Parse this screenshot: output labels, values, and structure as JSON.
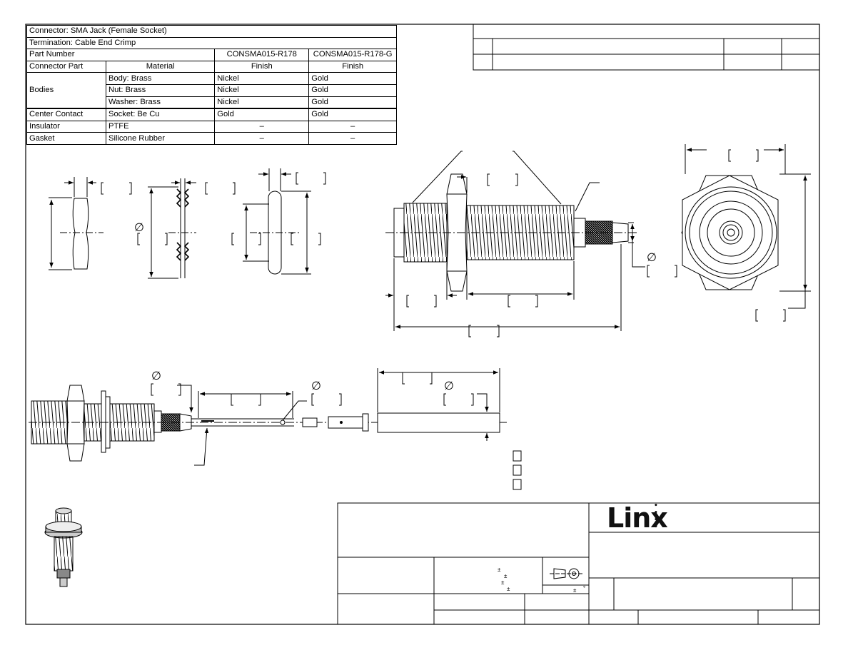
{
  "spec_table": {
    "connector": "Connector: SMA Jack (Female Socket)",
    "termination": "Termination: Cable End Crimp",
    "part_number_label": "Part Number",
    "part_a": "CONSMA015-R178",
    "part_b": "CONSMA015-R178-G",
    "connector_part_label": "Connector Part",
    "material_label": "Material",
    "finish_a": "Finish",
    "finish_b": "Finish",
    "rows": [
      {
        "part": "Bodies",
        "material": "Body: Brass",
        "a": "Nickel",
        "b": "Gold"
      },
      {
        "part": "",
        "material": "Nut: Brass",
        "a": "Nickel",
        "b": "Gold"
      },
      {
        "part": "",
        "material": "Washer: Brass",
        "a": "Nickel",
        "b": "Gold"
      },
      {
        "part": "Center Contact",
        "material": "Socket: Be Cu",
        "a": "Gold",
        "b": "Gold"
      },
      {
        "part": "Insulator",
        "material": "PTFE",
        "a": "–",
        "b": "–"
      },
      {
        "part": "Gasket",
        "material": "Silicone Rubber",
        "a": "–",
        "b": "–"
      }
    ]
  },
  "symbols": {
    "diameter": "∅",
    "plus_minus": "±",
    "degree": "°"
  },
  "brand": {
    "logo_text": "Linx",
    "logo_dots": "• • • •"
  }
}
